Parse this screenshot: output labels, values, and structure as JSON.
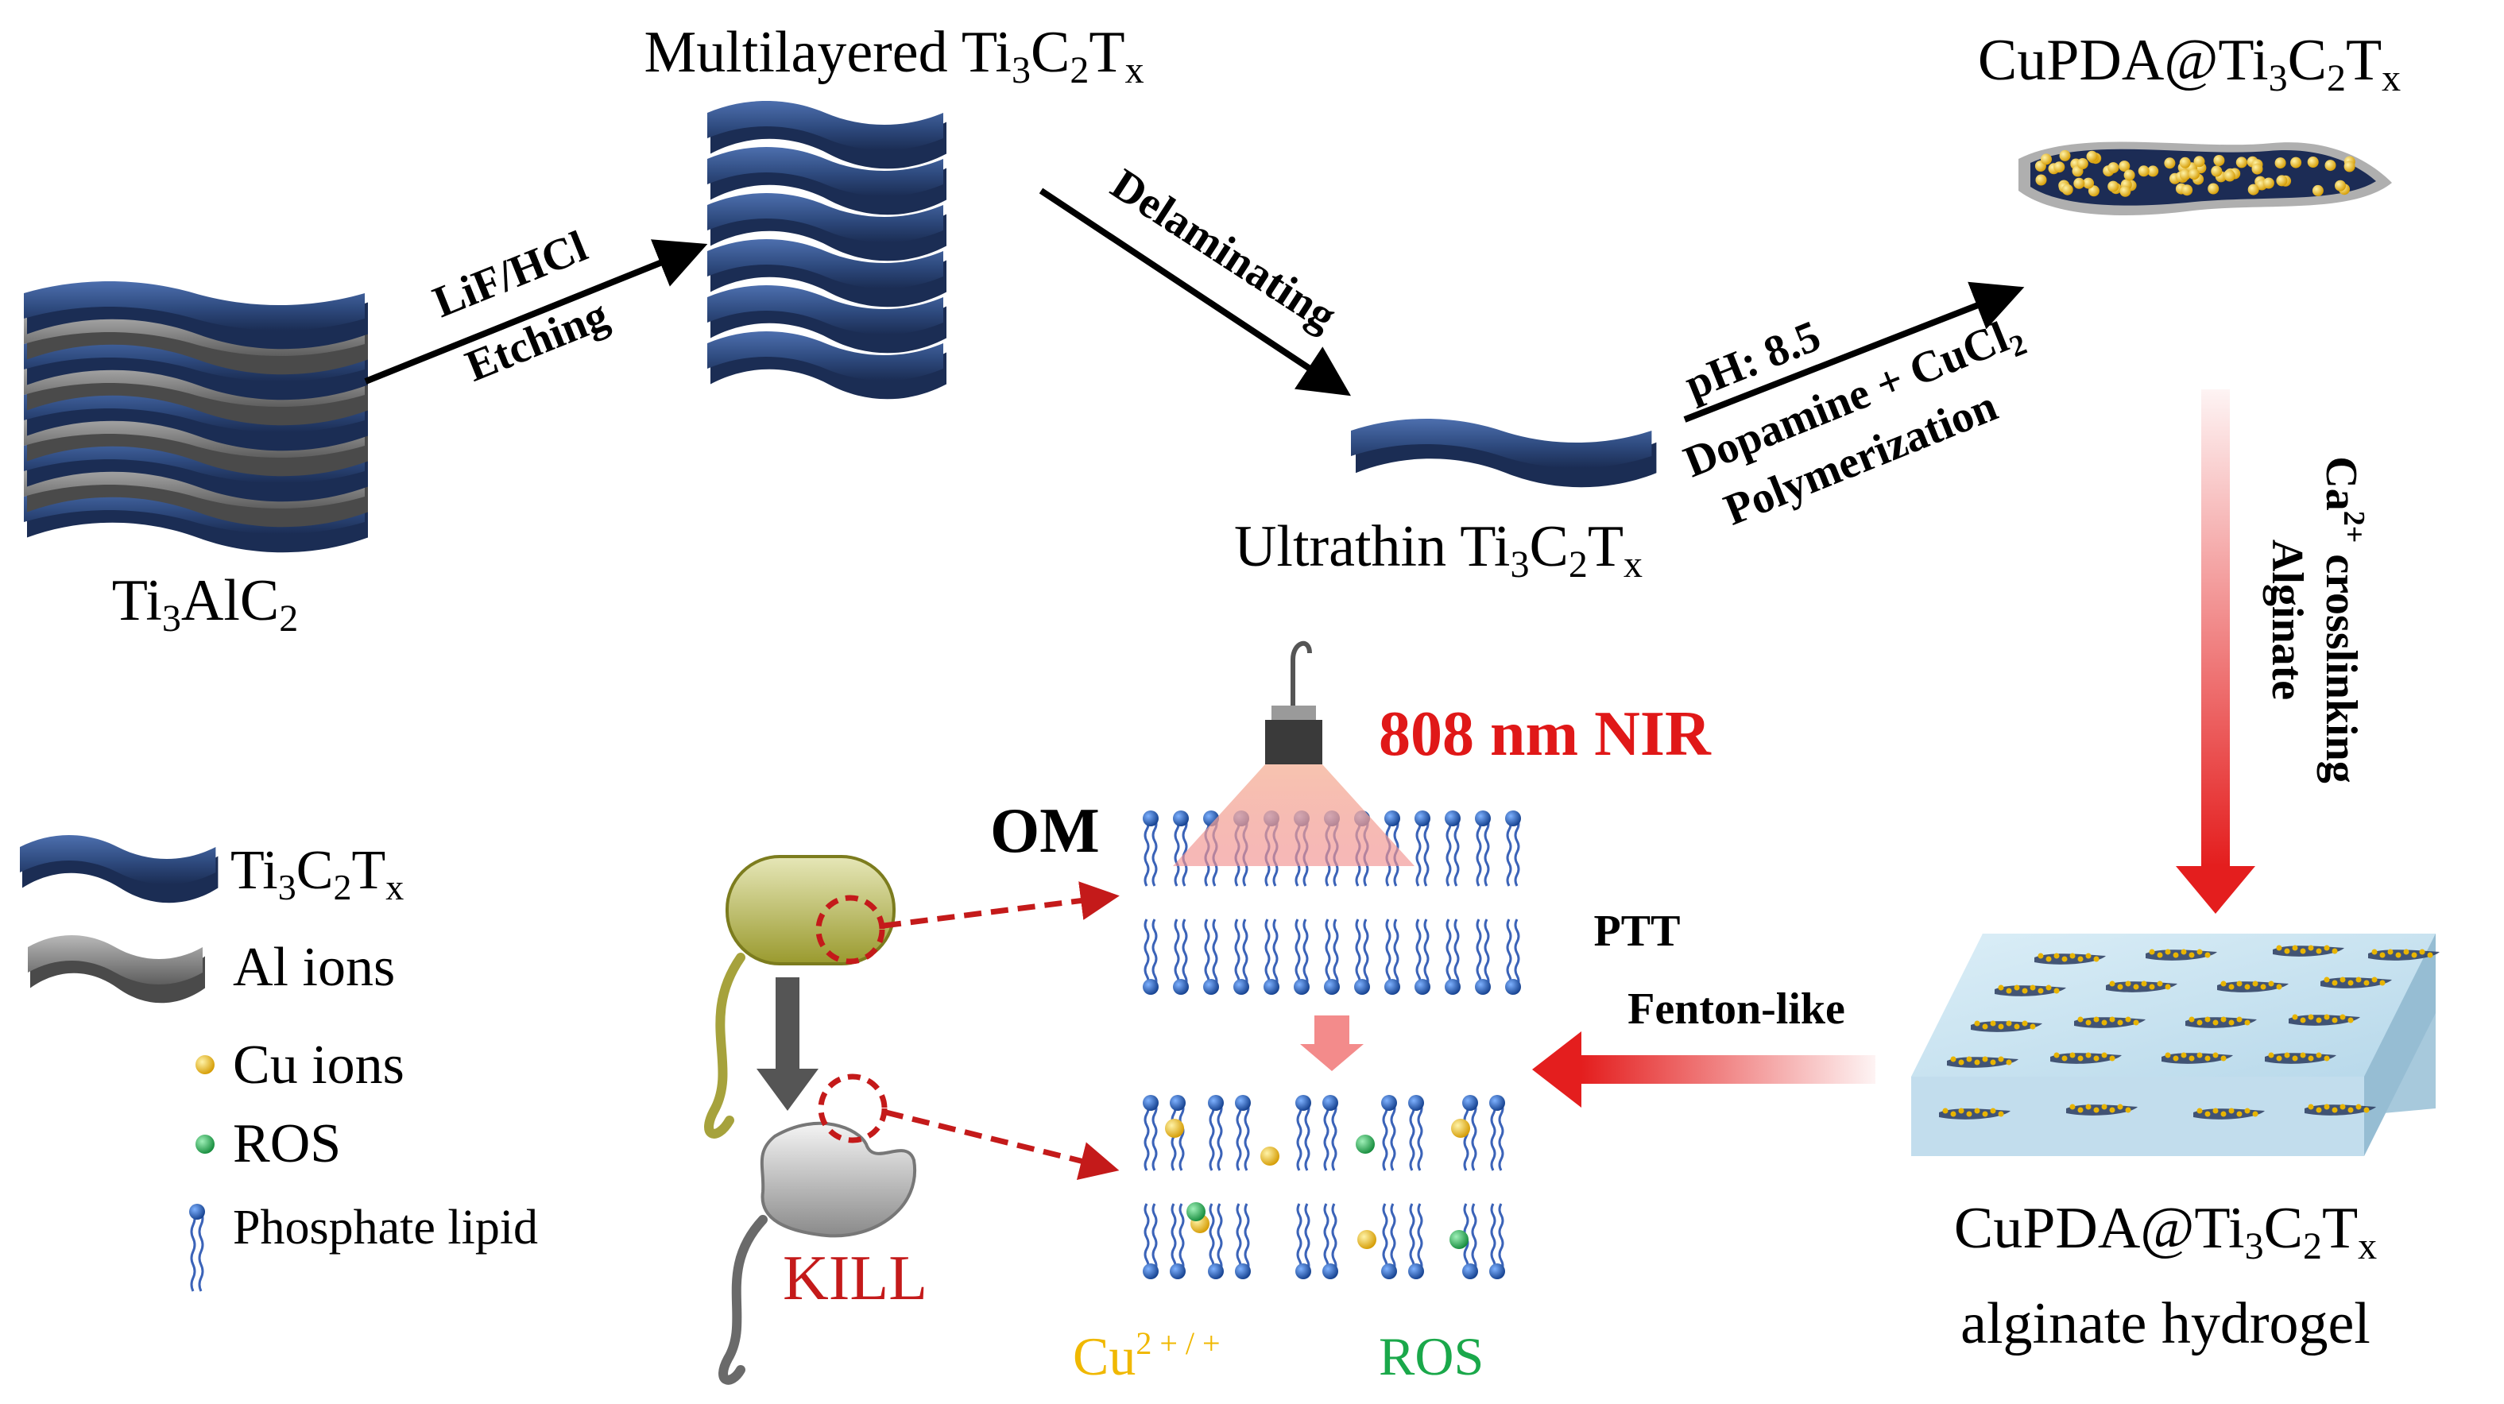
{
  "labels": {
    "ti3alc2": {
      "p1": "Ti",
      "s1": "3",
      "p2": "AlC",
      "s2": "2"
    },
    "multilayered": {
      "pre": "Multilayered ",
      "p1": "Ti",
      "s1": "3",
      "p2": "C",
      "s2": "2",
      "p3": "T",
      "s3": "x"
    },
    "ultrathin": {
      "pre": "Ultrathin ",
      "p1": "Ti",
      "s1": "3",
      "p2": "C",
      "s2": "2",
      "p3": "T",
      "s3": "x"
    },
    "cupda_top": {
      "p0": "CuPDA@",
      "p1": "Ti",
      "s1": "3",
      "p2": "C",
      "s2": "2",
      "p3": "T",
      "s3": "x"
    },
    "cupda_gel": {
      "p0": "CuPDA@",
      "p1": "Ti",
      "s1": "3",
      "p2": "C",
      "s2": "2",
      "p3": "T",
      "s3": "x",
      "line2": "alginate hydrogel"
    },
    "om": "OM",
    "nir": "808 nm NIR",
    "kill": "KILL",
    "cu_ion": {
      "base": "Cu",
      "sup": "2 + / +"
    },
    "ros": "ROS"
  },
  "steps": {
    "etch": {
      "line1": "LiF/HCl",
      "line2": "Etching"
    },
    "delam": "Delaminating",
    "poly": {
      "line1": "pH: 8.5",
      "line2_pre": "Dopamine + CuCl",
      "line2_sub": "2",
      "line3": "Polymerization"
    },
    "crosslink": {
      "line1": "Alginate",
      "line2_base": "Ca",
      "line2_sup": "2+",
      "line2_post": " crosslinking"
    },
    "therapy": {
      "line1": "PTT",
      "line2": "Fenton-like"
    }
  },
  "legend": {
    "mxene": {
      "p1": "Ti",
      "s1": "3",
      "p2": "C",
      "s2": "2",
      "p3": "T",
      "s3": "x"
    },
    "al": "Al ions",
    "cu": "Cu ions",
    "ros": "ROS",
    "lipid": "Phosphate lipid"
  },
  "colors": {
    "mxene": "#2e4a7e",
    "aluminum": "#8a8a8a",
    "copper": "#f0b800",
    "ros": "#1aa84a",
    "nir_text": "#e01818",
    "kill_text": "#c41a1a",
    "cu_label": "#f0b800",
    "ros_label": "#1aa84a",
    "arrow_red": "#e41e1e",
    "lipid_head": "#1b56b8"
  }
}
